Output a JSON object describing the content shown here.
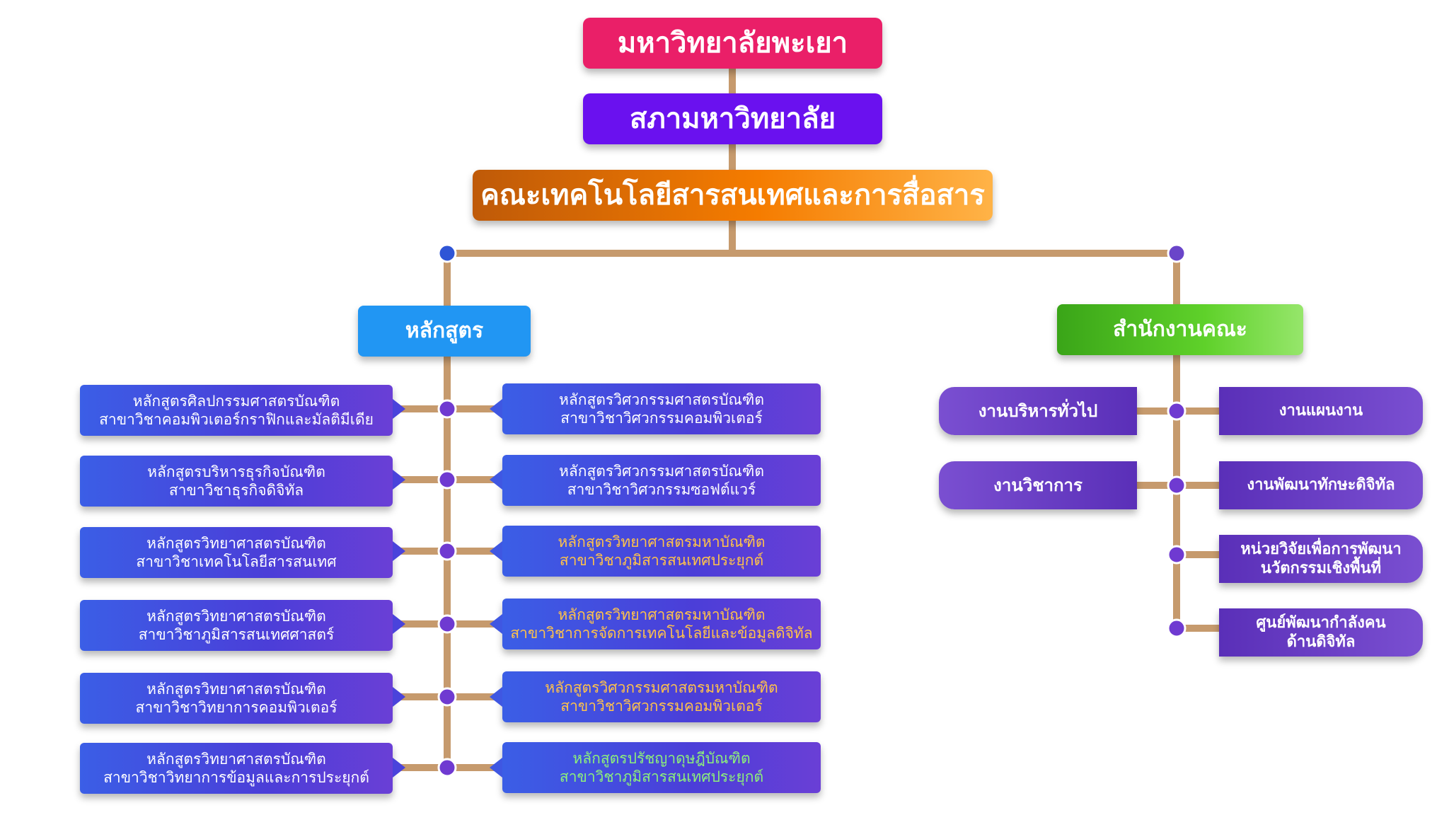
{
  "top": {
    "university": "มหาวิทยาลัยพะเยา",
    "council": "สภามหาวิทยาลัย",
    "faculty": "คณะเทคโนโลยีสารสนเทศและการสื่อสาร"
  },
  "curriculum": {
    "title": "หลักสูตร",
    "left": [
      {
        "line1": "หลักสูตรศิลปกรรมศาสตรบัณฑิต",
        "line2": "สาขาวิชาคอมพิวเตอร์กราฟิกและมัลติมีเดีย"
      },
      {
        "line1": "หลักสูตรบริหารธุรกิจบัณฑิต",
        "line2": "สาขาวิชาธุรกิจดิจิทัล"
      },
      {
        "line1": "หลักสูตรวิทยาศาสตรบัณฑิต",
        "line2": "สาขาวิชาเทคโนโลยีสารสนเทศ"
      },
      {
        "line1": "หลักสูตรวิทยาศาสตรบัณฑิต",
        "line2": "สาขาวิชาภูมิสารสนเทศศาสตร์"
      },
      {
        "line1": "หลักสูตรวิทยาศาสตรบัณฑิต",
        "line2": "สาขาวิชาวิทยาการคอมพิวเตอร์"
      },
      {
        "line1": "หลักสูตรวิทยาศาสตรบัณฑิต",
        "line2": "สาขาวิชาวิทยาการข้อมูลและการประยุกต์"
      }
    ],
    "right": [
      {
        "line1": "หลักสูตรวิศวกรรมศาสตรบัณฑิต",
        "line2": "สาขาวิชาวิศวกรรมคอมพิวเตอร์",
        "color": "#ffffff"
      },
      {
        "line1": "หลักสูตรวิศวกรรมศาสตรบัณฑิต",
        "line2": "สาขาวิชาวิศวกรรมซอฟต์แวร์",
        "color": "#ffffff"
      },
      {
        "line1": "หลักสูตรวิทยาศาสตรมหาบัณฑิต",
        "line2": "สาขาวิชาภูมิสารสนเทศประยุกต์",
        "color": "#ffc24a"
      },
      {
        "line1": "หลักสูตรวิทยาศาสตรมหาบัณฑิต",
        "line2": "สาขาวิชาการจัดการเทคโนโลยีและข้อมูลดิจิทัล",
        "color": "#ffc24a"
      },
      {
        "line1": "หลักสูตรวิศวกรรมศาสตรมหาบัณฑิต",
        "line2": "สาขาวิชาวิศวกรรมคอมพิวเตอร์",
        "color": "#ffc24a"
      },
      {
        "line1": "หลักสูตรปรัชญาดุษฎีบัณฑิต",
        "line2": "สาขาวิชาภูมิสารสนเทศประยุกต์",
        "color": "#8df07a"
      }
    ]
  },
  "office": {
    "title": "สำนักงานคณะ",
    "left": [
      "งานบริหารทั่วไป",
      "งานวิชาการ"
    ],
    "right": [
      {
        "line1": "งานแผนงาน",
        "line2": ""
      },
      {
        "line1": "งานพัฒนาทักษะดิจิทัล",
        "line2": ""
      },
      {
        "line1": "หน่วยวิจัยเพื่อการพัฒนา",
        "line2": "นวัตกรรมเชิงพื้นที่"
      },
      {
        "line1": "ศูนย์พัฒนากำลังคน",
        "line2": "ด้านดิจิทัล"
      }
    ]
  },
  "colors": {
    "connector": "#c69a6d",
    "dot": "#6f3ad1",
    "university": "#ea1f68",
    "council": "#6a11ef",
    "curriculum": "#2196f3",
    "office": "#5fd12a"
  }
}
